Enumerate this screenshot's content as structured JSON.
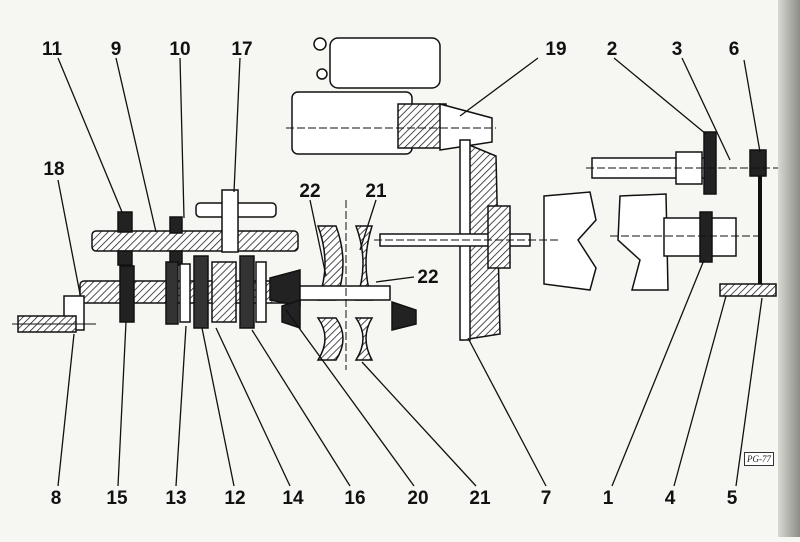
{
  "diagram": {
    "labels": [
      {
        "key": "l11",
        "text": "11"
      },
      {
        "key": "l9",
        "text": "9"
      },
      {
        "key": "l10",
        "text": "10"
      },
      {
        "key": "l17",
        "text": "17"
      },
      {
        "key": "l19",
        "text": "19"
      },
      {
        "key": "l2",
        "text": "2"
      },
      {
        "key": "l3",
        "text": "3"
      },
      {
        "key": "l6",
        "text": "6"
      },
      {
        "key": "l18",
        "text": "18"
      },
      {
        "key": "l22a",
        "text": "22"
      },
      {
        "key": "l21a",
        "text": "21"
      },
      {
        "key": "l22b",
        "text": "22"
      },
      {
        "key": "l8",
        "text": "8"
      },
      {
        "key": "l15",
        "text": "15"
      },
      {
        "key": "l13",
        "text": "13"
      },
      {
        "key": "l12",
        "text": "12"
      },
      {
        "key": "l14",
        "text": "14"
      },
      {
        "key": "l16",
        "text": "16"
      },
      {
        "key": "l20",
        "text": "20"
      },
      {
        "key": "l21b",
        "text": "21"
      },
      {
        "key": "l7",
        "text": "7"
      },
      {
        "key": "l1",
        "text": "1"
      },
      {
        "key": "l4",
        "text": "4"
      },
      {
        "key": "l5",
        "text": "5"
      }
    ],
    "reference_code": "PG-77"
  },
  "colors": {
    "ink": "#111111",
    "paper": "#f6f6f2",
    "hatch": "#2a2a2a"
  }
}
